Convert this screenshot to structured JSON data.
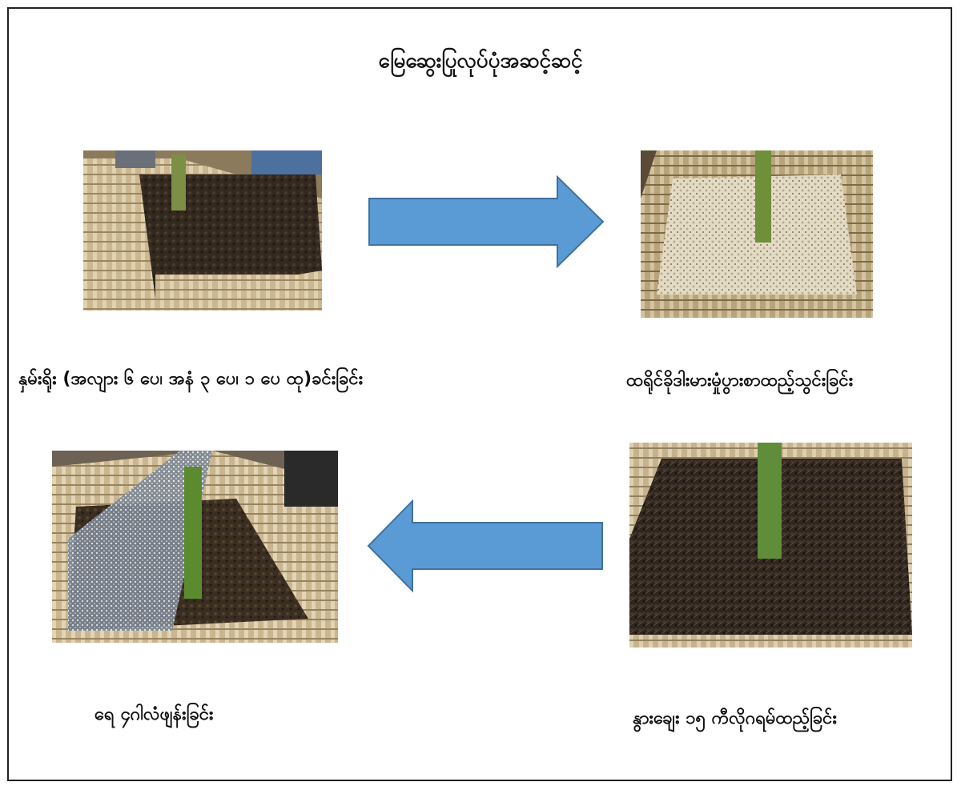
{
  "title": "မြေဆွေးပြုလုပ်ပုံအဆင့်ဆင့်",
  "steps": [
    {
      "caption": "နှမ်းရိုး (အလျား ၆ ပေ၊ အနံ ၃ ပေ၊ ၁ ပေ ထု)ခင်းခြင်း"
    },
    {
      "caption": "ထရိုင်ခိုဒါးမားမှုံပွားစာထည့်သွင်းခြင်း"
    },
    {
      "caption": "နွားချေး ၁၅ ကီလိုဂရမ်ထည့်ခြင်း"
    },
    {
      "caption": "ရေ ၄ဂါလံဖျန်းခြင်း"
    }
  ],
  "colors": {
    "arrow_fill": "#5b9bd5",
    "arrow_stroke": "#41719c",
    "bamboo": "#c8b48a",
    "soil_dark": "#2e2620",
    "fungus_white": "#e6ddc8",
    "bamboo_pole": "#6f8f3a"
  },
  "arrows": [
    {
      "direction": "right",
      "icon": "right-arrow-icon"
    },
    {
      "direction": "left",
      "icon": "left-arrow-icon"
    }
  ]
}
